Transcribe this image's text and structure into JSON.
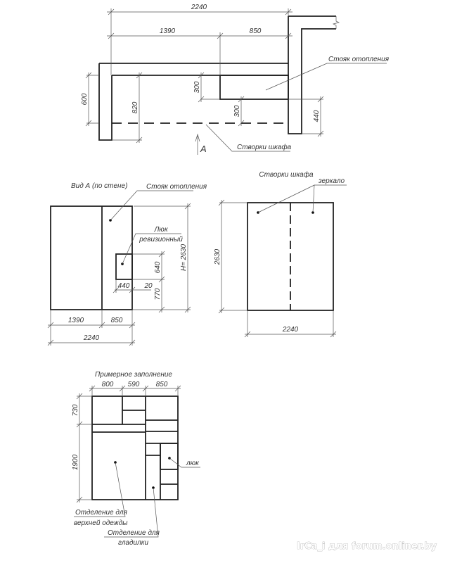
{
  "plan": {
    "dim_total": "2240",
    "dim_left": "1390",
    "dim_right": "850",
    "dim_depth": "600",
    "dim_820": "820",
    "dim_riser_depth": "300",
    "dim_gap": "300",
    "dim_wall": "440",
    "view_marker": "A",
    "label_riser": "Стояк отопления",
    "label_doors": "Створки шкафа"
  },
  "view_a": {
    "title": "Вид А (по стене)",
    "label_riser": "Стояк отопления",
    "hatch_label_1": "Люк",
    "hatch_label_2": "ревизионный",
    "dim_640": "640",
    "dim_770": "770",
    "dim_440": "440",
    "dim_20": "20",
    "dim_height": "H= 2630",
    "dim_1390": "1390",
    "dim_850": "850",
    "dim_2240": "2240"
  },
  "doors": {
    "title": "Створки шкафа",
    "mirror_label": "зеркало",
    "dim_height": "2630",
    "dim_width": "2240"
  },
  "filling": {
    "title": "Примерное заполнение",
    "dim_800": "800",
    "dim_590": "590",
    "dim_850": "850",
    "dim_730": "730",
    "dim_1900": "1900",
    "hatch_label": "люк",
    "outerwear_1": "Отделение для",
    "outerwear_2": "верхней одежды",
    "ironing_1": "Отделение для",
    "ironing_2": "гладилки"
  },
  "watermark": "IrCa_i для forum.onliner.by"
}
